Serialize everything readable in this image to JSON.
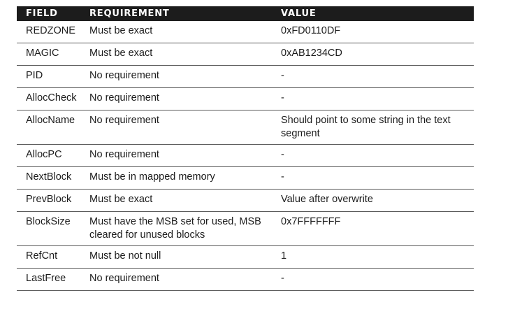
{
  "table": {
    "headers": [
      "FIELD",
      "REQUIREMENT",
      "VALUE"
    ],
    "rows": [
      {
        "field": "REDZONE",
        "requirement": "Must be exact",
        "value": "0xFD0110DF"
      },
      {
        "field": "MAGIC",
        "requirement": "Must be exact",
        "value": "0xAB1234CD"
      },
      {
        "field": "PID",
        "requirement": "No requirement",
        "value": "-"
      },
      {
        "field": "AllocCheck",
        "requirement": "No requirement",
        "value": "-"
      },
      {
        "field": "AllocName",
        "requirement": "No requirement",
        "value": "Should point to some string in the text segment"
      },
      {
        "field": "AllocPC",
        "requirement": "No requirement",
        "value": "-"
      },
      {
        "field": "NextBlock",
        "requirement": "Must be in mapped memory",
        "value": "-"
      },
      {
        "field": "PrevBlock",
        "requirement": "Must be exact",
        "value": "Value after overwrite"
      },
      {
        "field": "BlockSize",
        "requirement": "Must have the MSB set for used, MSB cleared for unused blocks",
        "value": "0x7FFFFFFF"
      },
      {
        "field": "RefCnt",
        "requirement": "Must be not null",
        "value": "1"
      },
      {
        "field": "LastFree",
        "requirement": "No requirement",
        "value": "-"
      }
    ]
  }
}
